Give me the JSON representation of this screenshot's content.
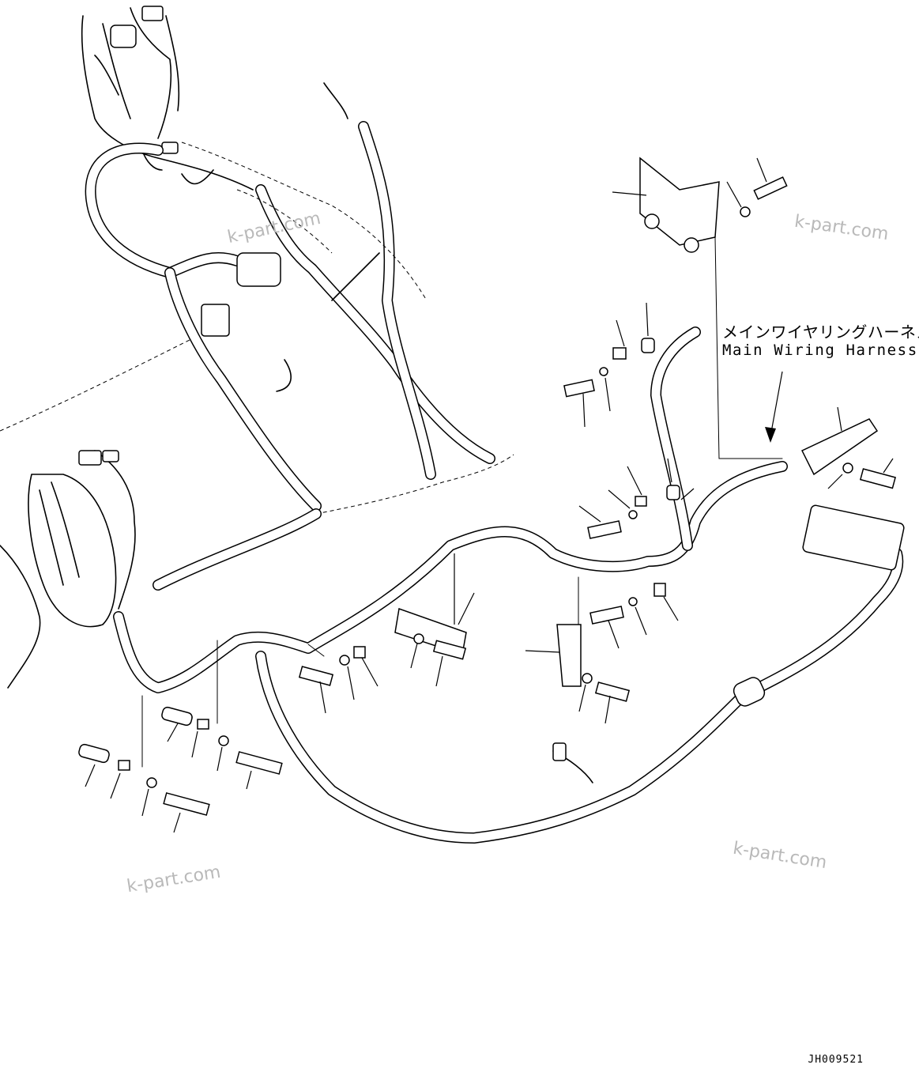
{
  "callout": {
    "japanese": "メインワイヤリングハーネス",
    "english": "Main Wiring Harness"
  },
  "watermarks": [
    "k-part.com",
    "k-part.com",
    "k-part.com",
    "k-part.com"
  ],
  "drawing_code": "JH009521",
  "colors": {
    "ink": "#000000",
    "background": "#ffffff",
    "watermark": "#b9b9b9"
  }
}
